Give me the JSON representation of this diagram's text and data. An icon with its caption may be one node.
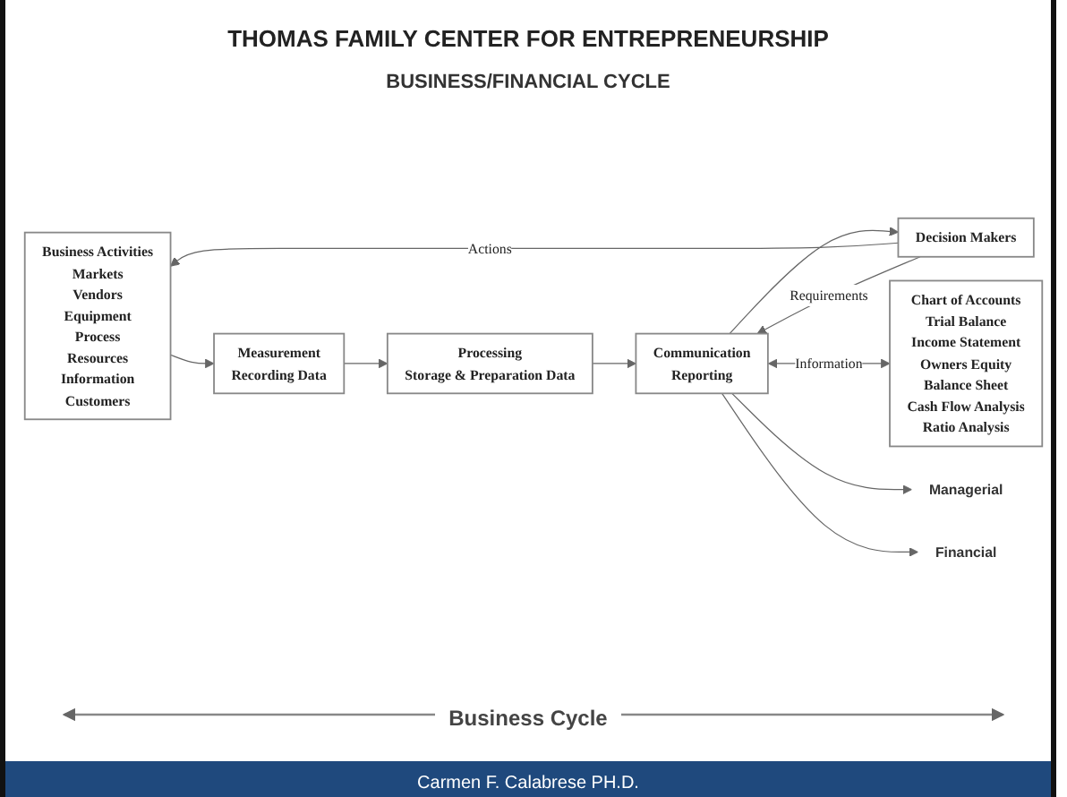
{
  "diagram": {
    "title": "THOMAS FAMILY CENTER FOR ENTREPRENEURSHIP",
    "nodes": [
      {
        "text": [
          "Business Activities",
          "Markets",
          "Vendors",
          "Equipment",
          "Process",
          "Resources",
          "Information",
          "Customers"
        ]
      },
      {
        "text": [
          "Measurement",
          "Recording Data"
        ]
      },
      {
        "text": [
          "Processing",
          "Storage & Preparation Data"
        ]
      },
      {
        "text": [
          "Communication",
          "Reporting"
        ]
      },
      {
        "text": [
          "Decision Makers"
        ]
      },
      {
        "text": [
          "Chart of Accounts",
          "Trial Balance",
          "Income Statement",
          "Owners Equity",
          "Balance Sheet",
          "Cash Flow Analysis",
          "Ratio Analysis"
        ]
      },
      {
        "text": [
          "Managerial"
        ]
      },
      {
        "text": [
          "Financial"
        ]
      }
    ],
    "edges": [
      {
        "from": 0,
        "to": 1,
        "arrow": "to"
      },
      {
        "from": 1,
        "to": 2,
        "arrow": "to"
      },
      {
        "from": 2,
        "to": 3,
        "arrow": "to"
      },
      {
        "from": 4,
        "to": 0,
        "label": "Actions",
        "arrow": "to"
      },
      {
        "from": 4,
        "to": 3,
        "label": "Requirements",
        "arrow": "to"
      },
      {
        "from": 3,
        "to": 4,
        "arrow": "to"
      },
      {
        "from": 3,
        "to": 5,
        "label": "Information",
        "arrow": "both"
      },
      {
        "from": 3,
        "to": 6,
        "arrow": "to"
      },
      {
        "from": 3,
        "to": 7,
        "arrow": "to"
      }
    ],
    "labels": [
      "BUSINESS/FINANCIAL CYCLE",
      "Business Cycle",
      "Carmen F. Calabrese PH.D."
    ]
  }
}
